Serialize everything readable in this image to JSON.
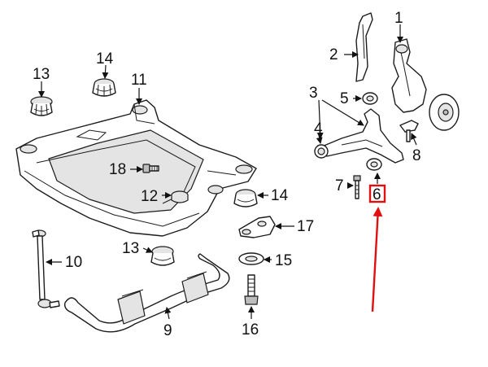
{
  "diagram": {
    "callouts": [
      {
        "id": "1",
        "text": "1"
      },
      {
        "id": "2",
        "text": "2"
      },
      {
        "id": "3",
        "text": "3"
      },
      {
        "id": "4",
        "text": "4"
      },
      {
        "id": "5",
        "text": "5"
      },
      {
        "id": "6",
        "text": "6"
      },
      {
        "id": "7",
        "text": "7"
      },
      {
        "id": "8",
        "text": "8"
      },
      {
        "id": "9",
        "text": "9"
      },
      {
        "id": "10",
        "text": "10"
      },
      {
        "id": "11",
        "text": "11"
      },
      {
        "id": "12",
        "text": "12"
      },
      {
        "id": "13a",
        "text": "13"
      },
      {
        "id": "13b",
        "text": "13"
      },
      {
        "id": "14a",
        "text": "14"
      },
      {
        "id": "14b",
        "text": "14"
      },
      {
        "id": "15",
        "text": "15"
      },
      {
        "id": "16",
        "text": "16"
      },
      {
        "id": "17",
        "text": "17"
      },
      {
        "id": "18",
        "text": "18"
      }
    ],
    "highlight": {
      "callout": "6",
      "color": "#e01010"
    }
  }
}
